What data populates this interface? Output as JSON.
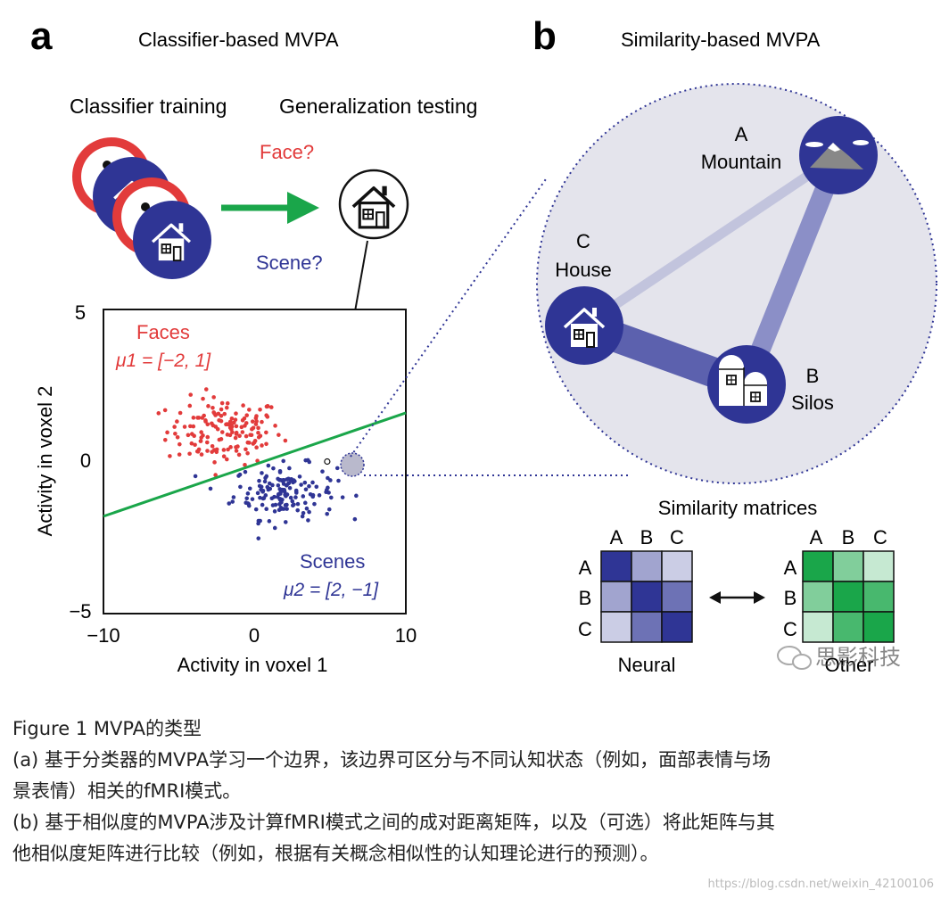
{
  "panel_a": {
    "letter": "a",
    "title": "Classifier-based MVPA",
    "training_label": "Classifier training",
    "testing_label": "Generalization testing",
    "face_question": "Face?",
    "scene_question": "Scene?"
  },
  "panel_b": {
    "letter": "b",
    "title": "Similarity-based MVPA",
    "node_a_letter": "A",
    "node_a_name": "Mountain",
    "node_b_letter": "B",
    "node_b_name": "Silos",
    "node_c_letter": "C",
    "node_c_name": "House",
    "matrices_title": "Similarity matrices",
    "neural_label": "Neural",
    "other_label": "Other",
    "col_labels": [
      "A",
      "B",
      "C"
    ],
    "row_labels": [
      "A",
      "B",
      "C"
    ]
  },
  "chart_data": {
    "type": "scatter",
    "xlabel": "Activity in voxel 1",
    "ylabel": "Activity in voxel 2",
    "xlim": [
      -10,
      10
    ],
    "ylim": [
      -5,
      5
    ],
    "xticks": [
      "−10",
      "0",
      "10"
    ],
    "yticks": [
      "5",
      "0",
      "−5"
    ],
    "faces_label": "Faces",
    "faces_mu": "μ1 = [−2, 1]",
    "scenes_label": "Scenes",
    "scenes_mu": "μ2 = [2, −1]",
    "boundary": {
      "x": [
        -10,
        10
      ],
      "y": [
        -1.8,
        1.6
      ]
    },
    "test_point": {
      "x": 4.8,
      "y": 0.0
    },
    "series": [
      {
        "name": "Faces",
        "color": "#e23b3b",
        "mean": [
          -2,
          1
        ]
      },
      {
        "name": "Scenes",
        "color": "#2f3595",
        "mean": [
          2,
          -1
        ]
      }
    ]
  },
  "neural_matrix": [
    [
      1.0,
      0.45,
      0.25
    ],
    [
      0.45,
      1.0,
      0.7
    ],
    [
      0.25,
      0.7,
      1.0
    ]
  ],
  "other_matrix": [
    [
      1.0,
      0.55,
      0.25
    ],
    [
      0.55,
      1.0,
      0.8
    ],
    [
      0.25,
      0.8,
      1.0
    ]
  ],
  "colors": {
    "red": "#e23b3b",
    "navy": "#2f3595",
    "green": "#1aa64a",
    "circle_bg": "#e4e4ec"
  },
  "caption": {
    "title": "Figure 1 MVPA的类型",
    "line_a1": "(a) 基于分类器的MVPA学习一个边界，该边界可区分与不同认知状态（例如，面部表情与场",
    "line_a2": "景表情）相关的fMRI模式。",
    "line_b1": "(b) 基于相似度的MVPA涉及计算fMRI模式之间的成对距离矩阵，以及（可选）将此矩阵与其",
    "line_b2": "他相似度矩阵进行比较（例如，根据有关概念相似性的认知理论进行的预测）。"
  },
  "watermark_wechat": "思影科技",
  "watermark_url": "https://blog.csdn.net/weixin_42100106"
}
